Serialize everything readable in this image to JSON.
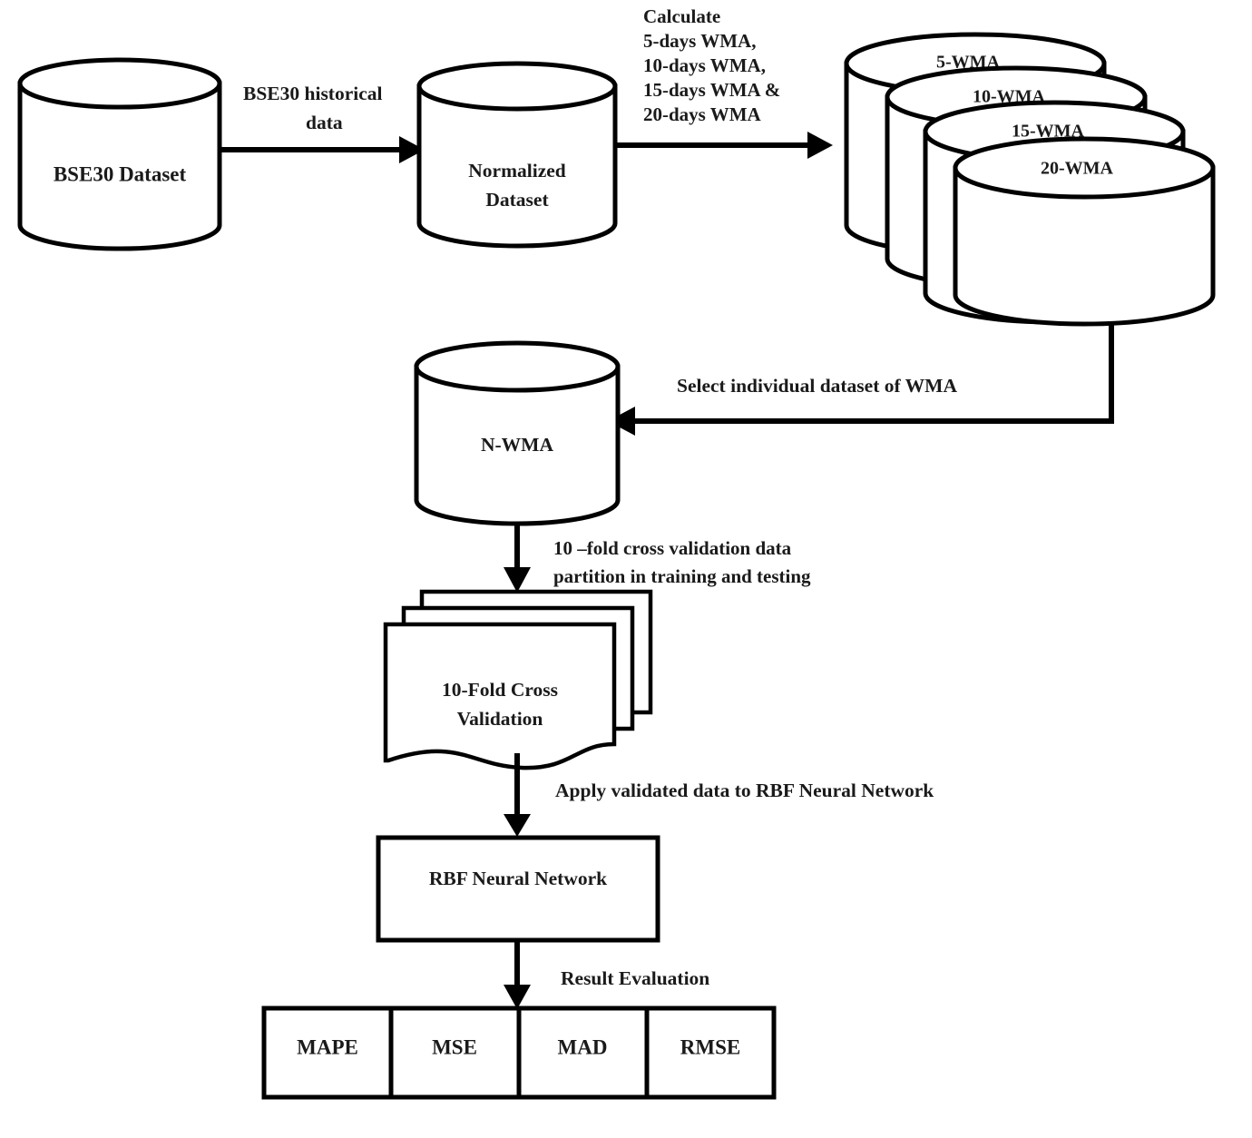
{
  "diagram": {
    "title": "RBF Neural Network BSE30 WMA Forecasting Flowchart",
    "colors": {
      "stroke": "#000000",
      "fill": "#ffffff",
      "text": "#1a1a1a"
    },
    "nodes": {
      "bse30_dataset": {
        "label": "BSE30 Dataset",
        "shape": "cylinder"
      },
      "normalized_dataset": {
        "line1": "Normalized",
        "line2": "Dataset",
        "shape": "cylinder"
      },
      "wma_stack": {
        "shape": "cylinder-stack",
        "items": [
          {
            "label": "5-WMA"
          },
          {
            "label": "10-WMA"
          },
          {
            "label": "15-WMA"
          },
          {
            "label": "20-WMA"
          }
        ]
      },
      "n_wma": {
        "label": "N-WMA",
        "shape": "cylinder"
      },
      "cross_validation": {
        "line1": "10-Fold Cross",
        "line2": "Validation",
        "shape": "document-stack"
      },
      "rbf_network": {
        "label": "RBF Neural Network",
        "shape": "rectangle"
      },
      "result_metrics": {
        "shape": "partitioned-bar",
        "cells": [
          {
            "label": "MAPE"
          },
          {
            "label": "MSE"
          },
          {
            "label": "MAD"
          },
          {
            "label": "RMSE"
          }
        ]
      }
    },
    "edges": {
      "historical_data": {
        "line1": "BSE30 historical",
        "line2": "data"
      },
      "calculate_wma": {
        "line1": "Calculate",
        "line2": "5-days WMA,",
        "line3": "10-days WMA,",
        "line4": "15-days WMA &",
        "line5": "20-days WMA"
      },
      "select_wma": {
        "label": "Select individual dataset of WMA"
      },
      "cross_validation_split": {
        "line1": "10 –fold cross validation data",
        "line2": "partition in training and testing"
      },
      "apply_validated": {
        "label": "Apply validated data to RBF Neural Network"
      },
      "result_evaluation": {
        "label": "Result Evaluation"
      }
    }
  }
}
